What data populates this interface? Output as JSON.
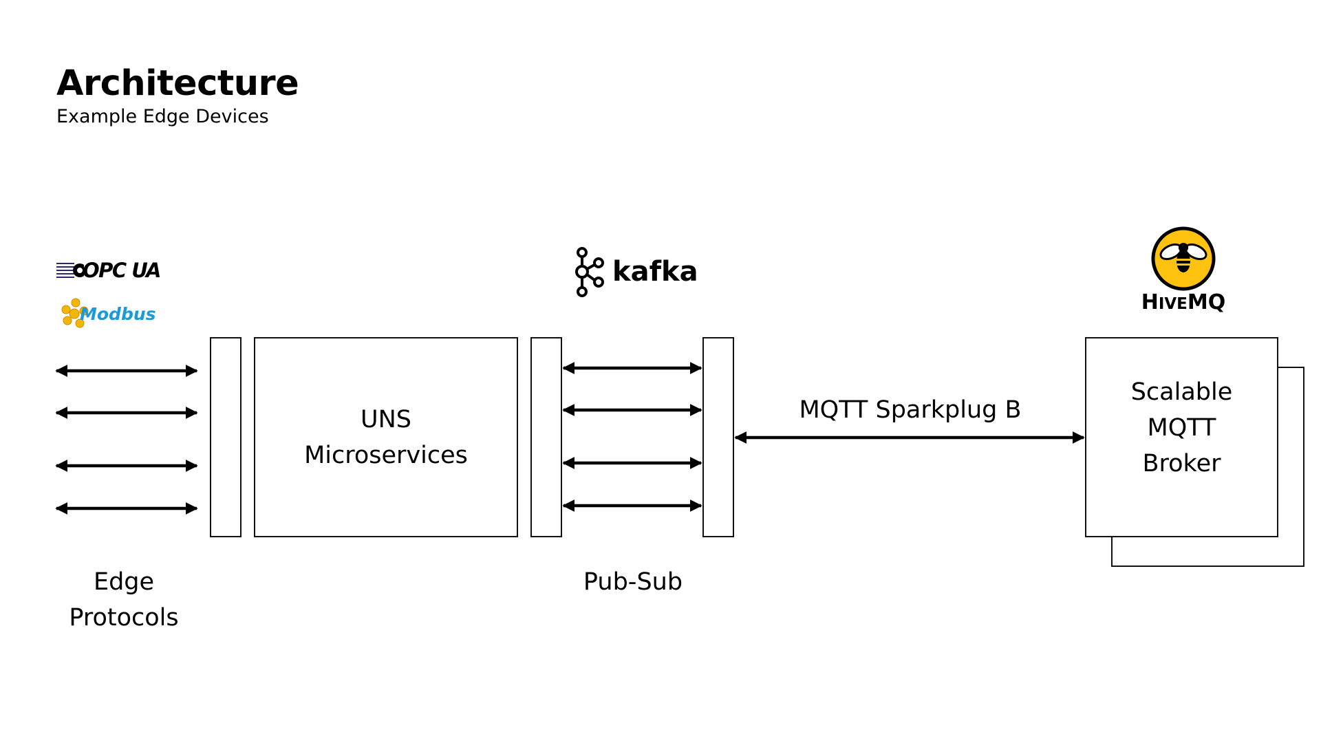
{
  "header": {
    "title": "Architecture",
    "subtitle": "Example Edge Devices"
  },
  "logos": {
    "opcua": "OPC UA",
    "modbus": "Modbus",
    "kafka": "kafka",
    "hivemq_prefix": "H",
    "hivemq_small": "IVE",
    "hivemq_suffix": "MQ"
  },
  "boxes": {
    "uns_line1": "UNS",
    "uns_line2": "Microservices",
    "broker_line1": "Scalable",
    "broker_line2": "MQTT",
    "broker_line3": "Broker"
  },
  "labels": {
    "edge_line1": "Edge",
    "edge_line2": "Protocols",
    "pubsub": "Pub-Sub",
    "mqtt_link": "MQTT Sparkplug B"
  },
  "colors": {
    "modbus_blue": "#1a9ad6",
    "modbus_gold": "#f2b705",
    "hivemq_yellow": "#ffc20e"
  }
}
